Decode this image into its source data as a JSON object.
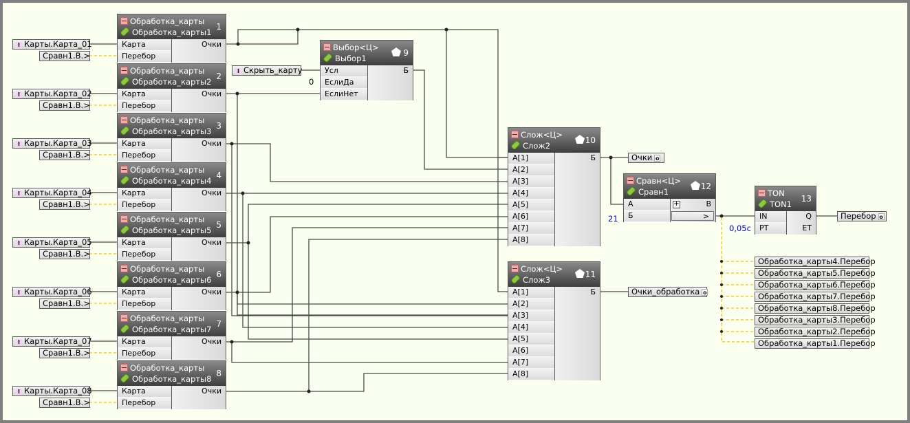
{
  "colors": {
    "canvas": "#fbfff0",
    "frame": "#808080",
    "wire": "#4a4a4a",
    "feedback_wire": "#f0c800",
    "constant_blue": "#0000cc"
  },
  "card_blocks": [
    {
      "type": "Обработка_карты",
      "name": "Обработка_карты1",
      "number": "1",
      "inputs": [
        "Карта",
        "Перебор"
      ],
      "output": "Очки",
      "in_var": "Карты.Карта_01",
      "feedback_var": "Сравн1.В.>"
    },
    {
      "type": "Обработка_карты",
      "name": "Обработка_карты2",
      "number": "2",
      "inputs": [
        "Карта",
        "Перебор"
      ],
      "output": "Очки",
      "in_var": "Карты.Карта_02",
      "feedback_var": "Сравн1.В.>"
    },
    {
      "type": "Обработка_карты",
      "name": "Обработка_карты3",
      "number": "3",
      "inputs": [
        "Карта",
        "Перебор"
      ],
      "output": "Очки",
      "in_var": "Карты.Карта_03",
      "feedback_var": "Сравн1.В.>"
    },
    {
      "type": "Обработка_карты",
      "name": "Обработка_карты4",
      "number": "4",
      "inputs": [
        "Карта",
        "Перебор"
      ],
      "output": "Очки",
      "in_var": "Карты.Карта_04",
      "feedback_var": "Сравн1.В.>"
    },
    {
      "type": "Обработка_карты",
      "name": "Обработка_карты5",
      "number": "5",
      "inputs": [
        "Карта",
        "Перебор"
      ],
      "output": "Очки",
      "in_var": "Карты.Карта_05",
      "feedback_var": "Сравн1.В.>"
    },
    {
      "type": "Обработка_карты",
      "name": "Обработка_карты6",
      "number": "6",
      "inputs": [
        "Карта",
        "Перебор"
      ],
      "output": "Очки",
      "in_var": "Карты.Карта_06",
      "feedback_var": "Сравн1.В.>"
    },
    {
      "type": "Обработка_карты",
      "name": "Обработка_карты7",
      "number": "7",
      "inputs": [
        "Карта",
        "Перебор"
      ],
      "output": "Очки",
      "in_var": "Карты.Карта_07",
      "feedback_var": "Сравн1.В.>"
    },
    {
      "type": "Обработка_карты",
      "name": "Обработка_карты8",
      "number": "8",
      "inputs": [
        "Карта",
        "Перебор"
      ],
      "output": "Очки",
      "in_var": "Карты.Карта_08",
      "feedback_var": "Сравн1.В.>"
    }
  ],
  "select_block": {
    "type": "Выбор<Ц>",
    "name": "Выбор1",
    "number": "9",
    "inputs": [
      "Усл",
      "ЕслиДа",
      "ЕслиНет"
    ],
    "output": "Б",
    "cond_var": "Скрыть_карту",
    "if_yes_const": "0"
  },
  "sum_blocks": [
    {
      "type": "Слож<Ц>",
      "name": "Слож2",
      "number": "10",
      "inputs": [
        "A[1]",
        "A[2]",
        "A[3]",
        "A[4]",
        "A[5]",
        "A[6]",
        "A[7]",
        "A[8]"
      ],
      "output": "Б",
      "out_var": "Очки"
    },
    {
      "type": "Слож<Ц>",
      "name": "Слож3",
      "number": "11",
      "inputs": [
        "A[1]",
        "A[2]",
        "A[3]",
        "A[4]",
        "A[5]",
        "A[6]",
        "A[7]",
        "A[8]"
      ],
      "output": "Б",
      "out_var": "Очки_обработка"
    }
  ],
  "compare_block": {
    "type": "Сравн<Ц>",
    "name": "Сравн1",
    "number": "12",
    "inputs": [
      "A",
      "Б"
    ],
    "output": "B",
    "op": ">",
    "b_const": "21"
  },
  "ton_block": {
    "type": "TON",
    "name": "TON1",
    "number": "13",
    "inputs": [
      "IN",
      "PT"
    ],
    "outputs": [
      "Q",
      "ET"
    ],
    "pt_const": "0,05с",
    "q_var": "Перебор"
  },
  "feedback_targets": [
    "Обработка_карты4.Перебор",
    "Обработка_карты5.Перебор",
    "Обработка_карты6.Перебор",
    "Обработка_карты7.Перебор",
    "Обработка_карты8.Перебор",
    "Обработка_карты3.Перебор",
    "Обработка_карты2.Перебор",
    "Обработка_карты1.Перебор"
  ],
  "icons": {
    "input_var": "I",
    "output_var": "o"
  }
}
